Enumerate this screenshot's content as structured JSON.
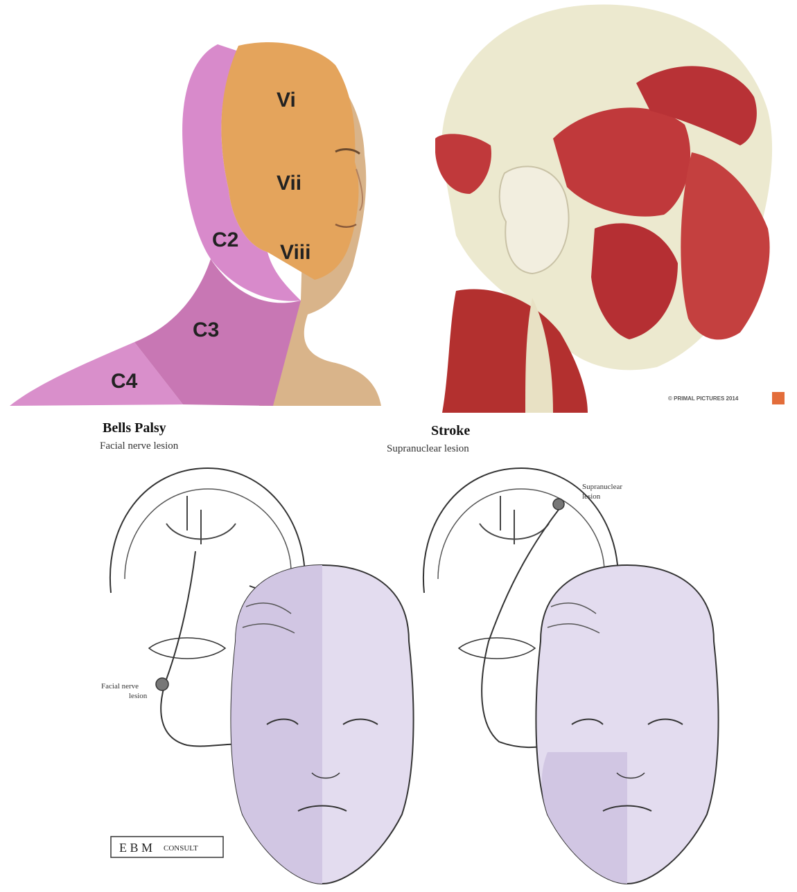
{
  "dermatome": {
    "labels": {
      "v1": "Vi",
      "v2": "Vii",
      "v3": "Viii",
      "c2": "C2",
      "c3": "C3",
      "c4": "C4"
    },
    "colors": {
      "trigeminal": "#e4a45c",
      "cervical": "#c877b4",
      "c2": "#d88acb",
      "skin": "#d9b48a"
    }
  },
  "muscles": {
    "credit": "© PRIMAL PICTURES 2014",
    "colors": {
      "muscle": "#c0393b",
      "bone": "#ece9cf"
    }
  },
  "facial": {
    "left": {
      "title": "Bells Palsy",
      "subtitle": "Facial nerve lesion",
      "lesion_label_line1": "Facial nerve",
      "lesion_label_line2": "lesion"
    },
    "right": {
      "title": "Stroke",
      "subtitle": "Supranuclear lesion",
      "lesion_label_line1": "Supranuclear",
      "lesion_label_line2": "lesion"
    },
    "logo": {
      "main": "E B M",
      "suffix": "CONSULT"
    },
    "colors": {
      "face_light": "#e3dcef",
      "face_dark": "#d1c6e3",
      "line": "#333333"
    }
  }
}
